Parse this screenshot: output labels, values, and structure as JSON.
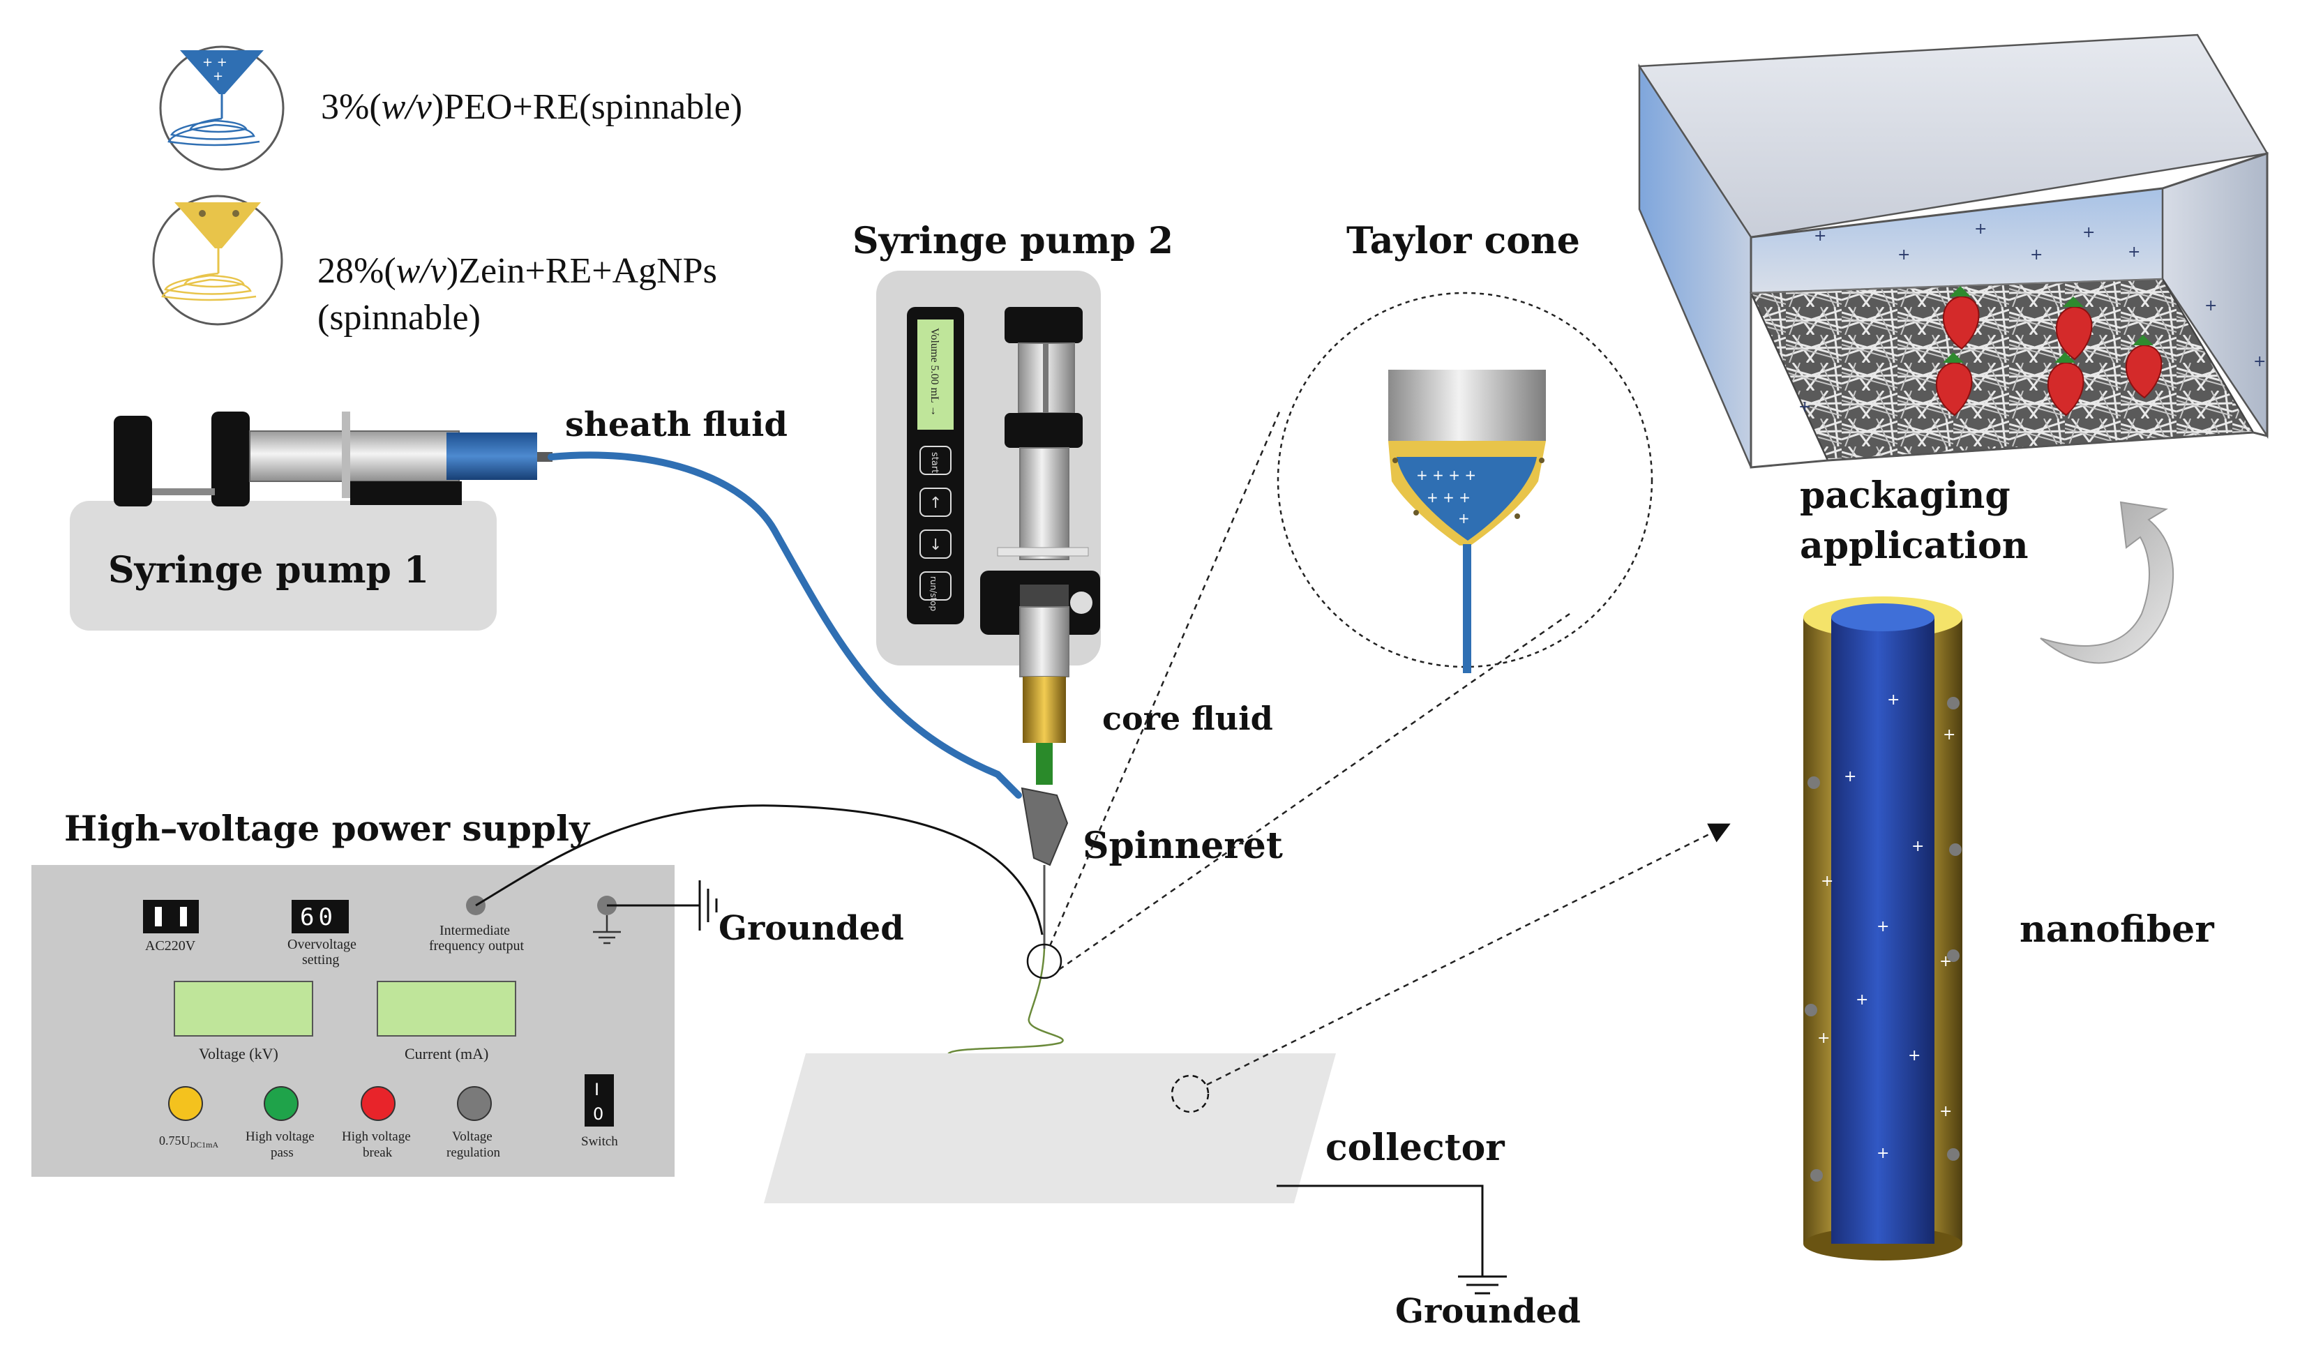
{
  "legend": {
    "item1": {
      "prefix": "3%(",
      "italic": "w/v",
      "suffix": ")PEO+RE(spinnable)"
    },
    "item2": {
      "prefix": "28%(",
      "italic": "w/v",
      "suffix": ")Zein+RE+AgNPs",
      "line2": "(spinnable)"
    }
  },
  "labels": {
    "syringe_pump_1": "Syringe pump 1",
    "syringe_pump_2": "Syringe pump 2",
    "sheath_fluid": "sheath fluid",
    "core_fluid": "core fluid",
    "taylor_cone": "Taylor cone",
    "spinneret": "Spinneret",
    "grounded_1": "Grounded",
    "grounded_2": "Grounded",
    "collector": "collector",
    "nanofiber": "nanofiber",
    "packaging_1": "packaging",
    "packaging_2": "application",
    "hv_supply": "High–voltage power supply"
  },
  "pump2_panel": {
    "display": "Volume 5.00 mL →",
    "buttons": [
      "start",
      "↑",
      "↓",
      "run/stop"
    ]
  },
  "power_supply": {
    "ac_label": "AC220V",
    "overvoltage_value": "60",
    "overvoltage_label_1": "Overvoltage",
    "overvoltage_label_2": "setting",
    "ifo_label_1": "Intermediate",
    "ifo_label_2": "frequency output",
    "voltage_label": "Voltage (kV)",
    "current_label": "Current (mA)",
    "ind1_main": "0.75U",
    "ind1_sub": "DC1mA",
    "ind2_label_1": "High voltage",
    "ind2_label_2": "pass",
    "ind3_label_1": "High voltage",
    "ind3_label_2": "break",
    "ind4_label_1": "Voltage",
    "ind4_label_2": "regulation",
    "switch_on": "I",
    "switch_off": "0",
    "switch_label": "Switch"
  },
  "colors": {
    "peo_blue": "#2f6fb3",
    "zein_yellow": "#e8c44a",
    "panel_gray": "#c9c9c9",
    "lcd_green": "#bfe59a",
    "ind_yellow": "#f4c21e",
    "ind_green": "#1fa34a",
    "ind_red": "#e8242a",
    "ind_gray": "#7a7a7a",
    "berry_red": "#d42a2a",
    "fiber_blue": "#2848a8",
    "fiber_gold": "#c9a93c"
  }
}
